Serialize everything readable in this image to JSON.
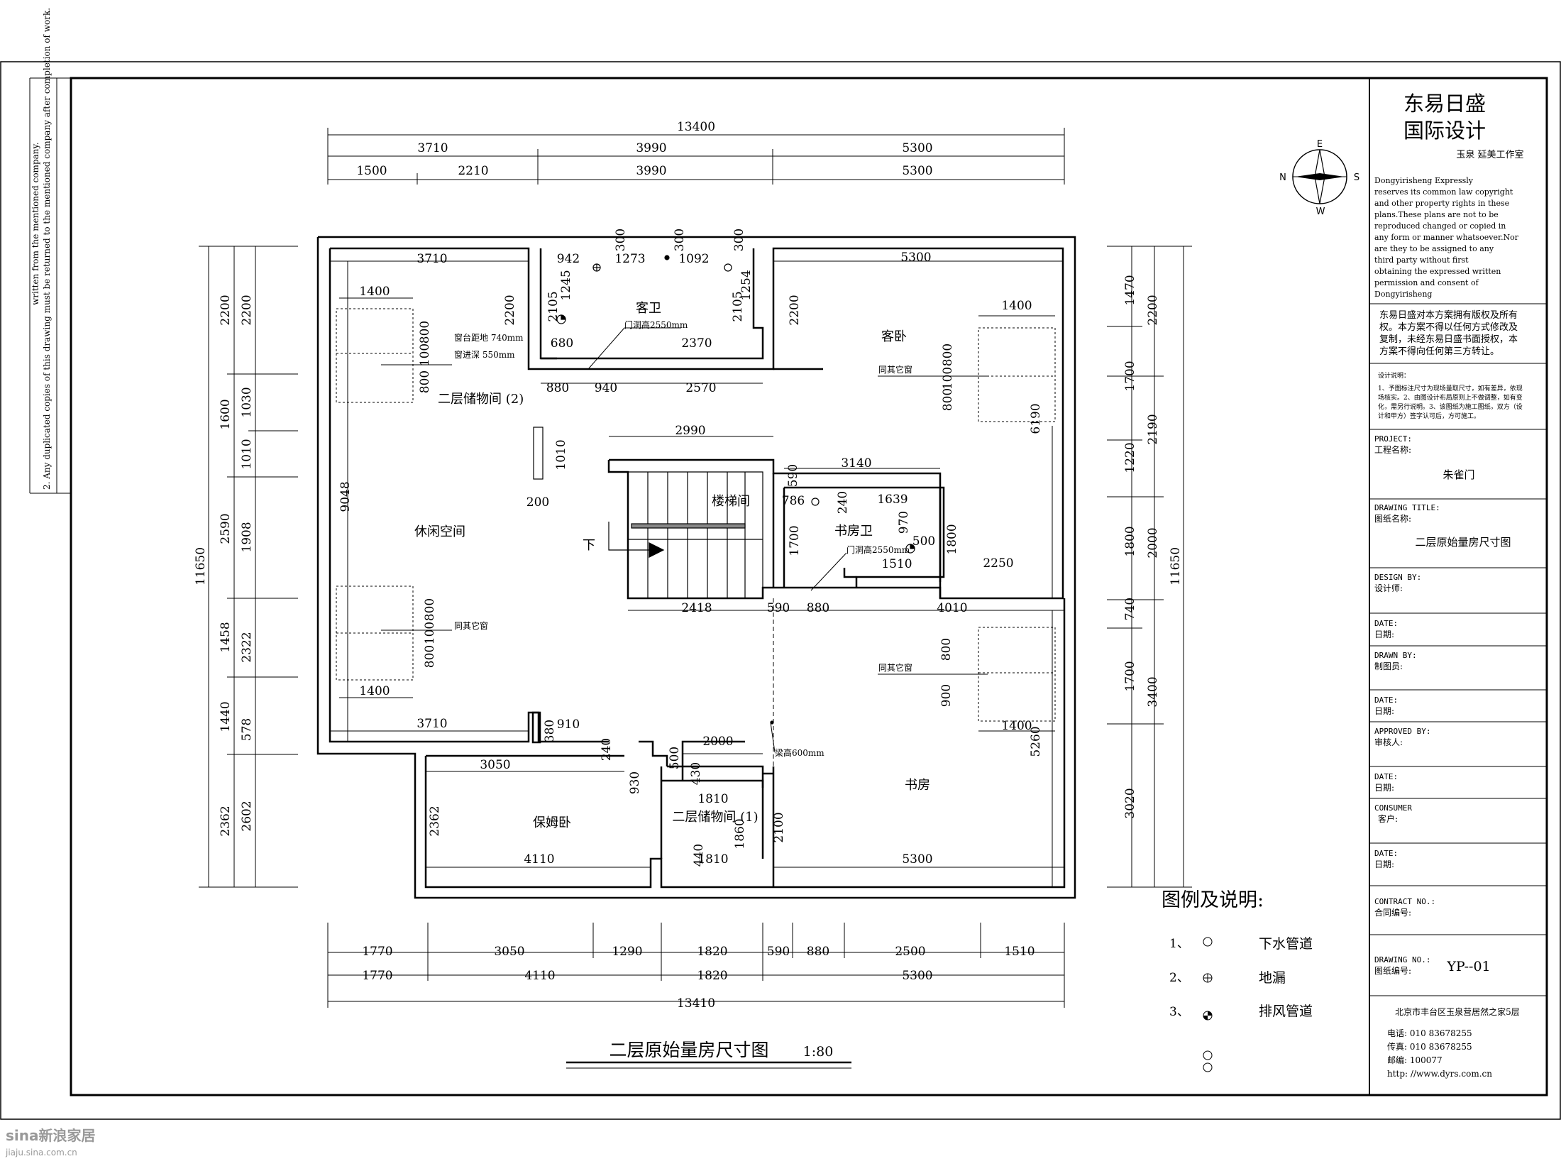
{
  "side_note": {
    "line1": "written from the mentioned company.",
    "line2": "2. Any duplicated copies of this drawing must be returned to the mentioned company after completion of work."
  },
  "title_block": {
    "company_cn_1": "东易日盛",
    "company_cn_2": "国际设计",
    "studio": "玉泉 延美工作室",
    "copyright_en": [
      "Dongyirisheng Expressly",
      "reserves its common law copyright",
      "and other property rights in these",
      "plans.These plans are not to be",
      "reproduced changed or copied in",
      "any form or manner whatsoever.Nor",
      "are they  to be assigned to any",
      "third party without first",
      "obtaining the expressed written",
      "permission and consent of",
      "Dongyirisheng"
    ],
    "copyright_cn": [
      "东易日盛对本方案拥有版权及所有",
      "权。本方案不得以任何方式修改及",
      "复制，未经东易日盛书面授权，本",
      "方案不得向任何第三方转让。"
    ],
    "design_notes": [
      "设计说明：",
      "1、予图标注尺寸为现场量取尺寸，如有差异，依现",
      "场核实。2、由图设计布局原则上不做调整，如有变",
      "化，需另行说明。3、该图纸为施工图纸，双方（设",
      "计和甲方）签字认可后，方可施工。"
    ],
    "project_en": "PROJECT:",
    "project_cn": "工程名称:",
    "project_value": "朱雀门",
    "drawing_title_en": "DRAWING TITLE:",
    "drawing_title_cn": "图纸名称:",
    "drawing_title_value": "二层原始量房尺寸图",
    "design_by_en": "DESIGN BY:",
    "design_by_cn": "设计师:",
    "date1_en": "DATE:",
    "date1_cn": "日期:",
    "drawn_by_en": "DRAWN BY:",
    "drawn_by_cn": "制图员:",
    "date2_en": "DATE:",
    "date2_cn": "日期:",
    "approved_by_en": "APPROVED BY:",
    "approved_by_cn": "审核人:",
    "date3_en": "DATE:",
    "date3_cn": "日期:",
    "consumer_en": "CONSUMER",
    "consumer_cn": "客户:",
    "date4_en": "DATE:",
    "date4_cn": "日期:",
    "contract_en": "CONTRACT NO.:",
    "contract_cn": "合同编号:",
    "drawing_no_en": "DRAWING NO.:",
    "drawing_no_cn": "图纸编号:",
    "drawing_no_value": "YP--01",
    "address": "北京市丰台区玉泉营居然之家5层",
    "tel": "电话:   010 83678255",
    "fax": "传真:   010 83678255",
    "zip": "邮编:   100077",
    "web": "http: //www.dyrs.com.cn"
  },
  "compass": {
    "e": "E",
    "n": "N",
    "s": "S",
    "w": "W"
  },
  "plan": {
    "title": "二层原始量房尺寸图",
    "scale": "1:80",
    "rooms": {
      "guest_bath": "客卫",
      "guest_room": "客卧",
      "storage2": "二层储物间 (2)",
      "leisure": "休闲空间",
      "stair": "楼梯间",
      "study_bath": "书房卫",
      "down": "下",
      "nanny": "保姆卧",
      "storage1": "二层储物间 (1)",
      "study": "书房"
    },
    "notes": {
      "sill_height": "窗台距地  740mm",
      "window_depth": "窗进深    550mm",
      "door_height_a": "门洞高2550mm",
      "door_height_b": "门洞高2550mm",
      "same_window_1": "同其它窗",
      "same_window_2": "同其它窗",
      "same_window_3": "同其它窗",
      "beam_height": "梁高600mm"
    },
    "dims_top": {
      "total": "13400",
      "a1": "3710",
      "a2": "3990",
      "a3": "5300",
      "b1": "1500",
      "b2": "2210",
      "b3": "3990",
      "b4": "5300"
    },
    "dims_bottom": {
      "a1": "1770",
      "a2": "3050",
      "a3": "1290",
      "a4": "1820",
      "a5": "590",
      "a6": "880",
      "a7": "2500",
      "a8": "1510",
      "b1": "1770",
      "b2": "4110",
      "b3": "1820",
      "b4": "5300",
      "total": "13410"
    },
    "dims_left": {
      "total": "11650",
      "a1": "2200",
      "a2": "1600",
      "a3": "2590",
      "a4": "1458",
      "a5": "1440",
      "a6": "2362",
      "b1": "2200",
      "b2": "1030",
      "b3": "1010",
      "b4": "1908",
      "b5": "2322",
      "b6": "578",
      "b7": "2602"
    },
    "dims_right": {
      "total": "11650",
      "a1": "1470",
      "a2": "1700",
      "a3": "1220",
      "a4": "1800",
      "a5": "740",
      "a6": "1700",
      "a7": "3020",
      "b1": "2200",
      "b2": "2190",
      "b3": "2000",
      "b4": "3400"
    },
    "dims_inner": {
      "d3710a": "3710",
      "d942": "942",
      "d1273": "1273",
      "d1092": "1092",
      "d5300a": "5300",
      "d300a": "300",
      "d300b": "300",
      "d300c": "300",
      "d1245": "1245",
      "d2105a": "2105",
      "d2105b": "2105",
      "d1254": "1254",
      "d1400a": "1400",
      "d2200a": "2200",
      "d2200b": "2200",
      "d1400b": "1400",
      "d680": "680",
      "d2370": "2370",
      "d880a": "880",
      "d940": "940",
      "d2570": "2570",
      "d800a": "800",
      "d100a": "100",
      "d800b": "800",
      "d800c": "800",
      "d100b": "100",
      "d800d": "800",
      "d2990": "2990",
      "d1010": "1010",
      "d9048": "9048",
      "d200": "200",
      "d3140": "3140",
      "d590a": "590",
      "d786": "786",
      "d240a": "240",
      "d1639": "1639",
      "d970": "970",
      "d500a": "500",
      "d1800": "1800",
      "d1700a": "1700",
      "d1510a": "1510",
      "d2250": "2250",
      "d6190": "6190",
      "d2418": "2418",
      "d590b": "590",
      "d880b": "880",
      "d4010": "4010",
      "d800e": "800",
      "d100c": "100",
      "d800f": "800",
      "d1400c": "1400",
      "d800g": "800",
      "d900": "900",
      "d1400d": "1400",
      "d3710b": "3710",
      "d380": "380",
      "d910": "910",
      "d240b": "240",
      "d2000": "2000",
      "d3050": "3050",
      "d500b": "500",
      "d430": "430",
      "d930": "930",
      "d1810a": "1810",
      "d2362": "2362",
      "d4110": "4110",
      "d440": "440",
      "d1810b": "1810",
      "d1860": "1860",
      "d2100": "2100",
      "d5300b": "5300",
      "d5260": "5260"
    }
  },
  "legend": {
    "title": "图例及说明:",
    "items": [
      {
        "num": "1、",
        "label": "下水管道",
        "icon": "circle-icon"
      },
      {
        "num": "2、",
        "label": "地漏",
        "icon": "floor-drain-icon"
      },
      {
        "num": "3、",
        "label": "排风管道",
        "icon": "exhaust-duct-icon"
      }
    ]
  },
  "watermark": {
    "logo": "sina新浪家居",
    "url": "jiaju.sina.com.cn"
  }
}
